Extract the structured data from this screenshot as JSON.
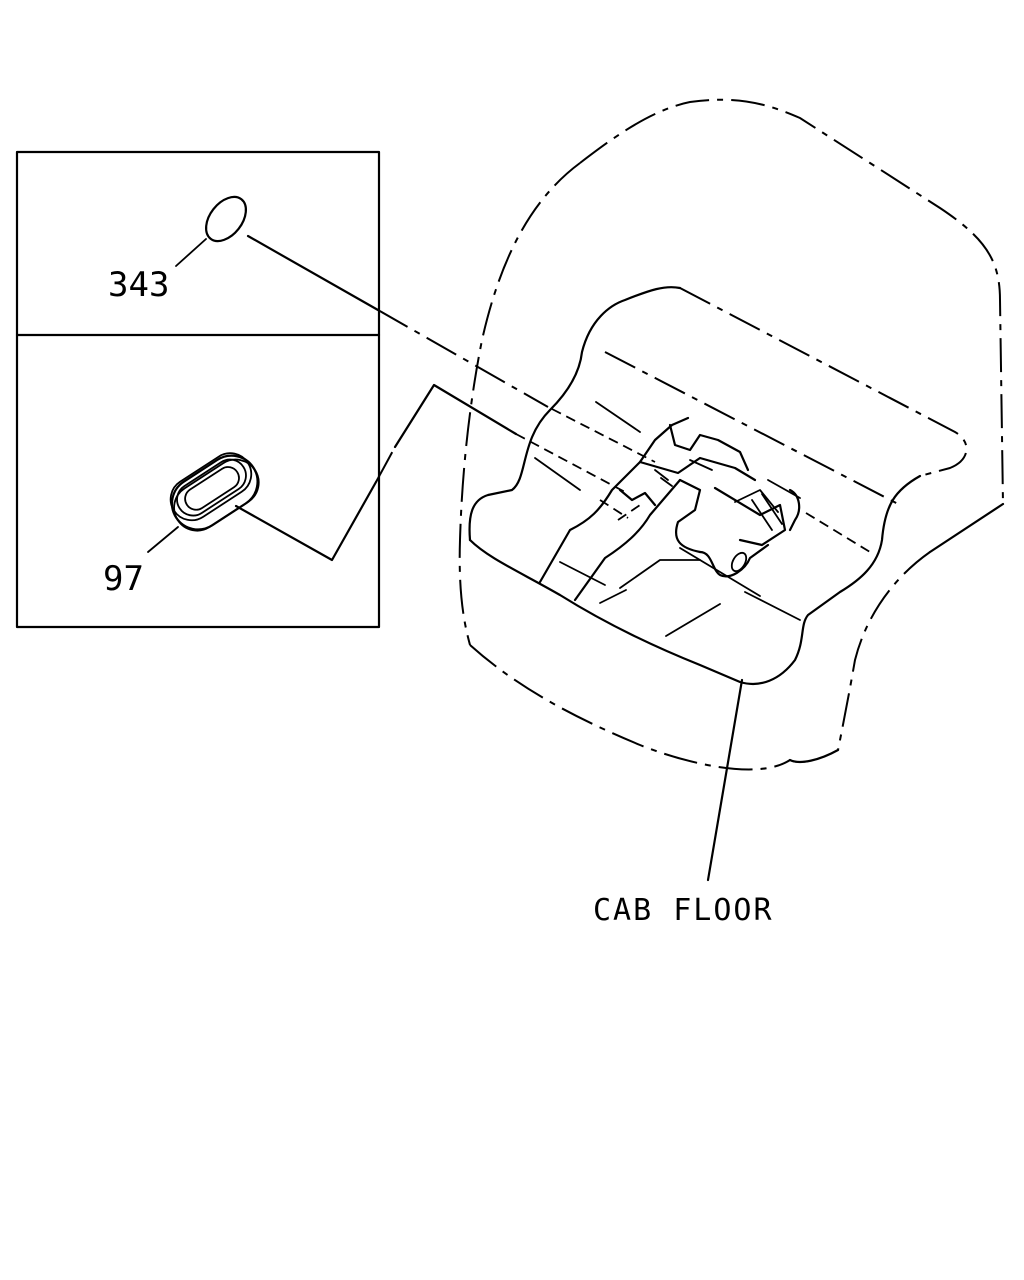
{
  "callouts": {
    "part_343": "343",
    "part_97": "97",
    "cab_floor": "CAB FLOOR"
  },
  "colors": {
    "line": "#000000",
    "background": "#ffffff"
  }
}
